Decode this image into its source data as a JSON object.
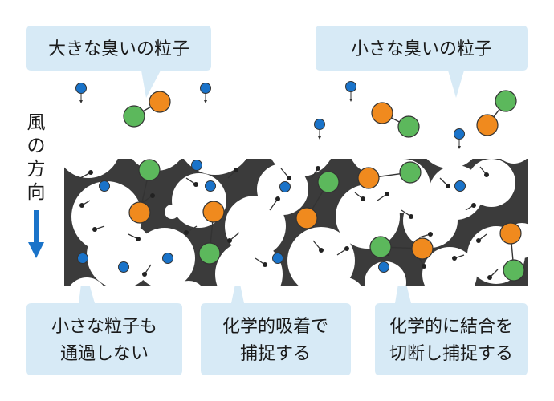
{
  "labels": {
    "large_particle": "大きな臭いの粒子",
    "small_particle": "小さな臭いの粒子",
    "wind_direction": [
      "風",
      "の",
      "方",
      "向"
    ],
    "small_pass_line1": "小さな粒子も",
    "small_pass_line2": "通過しない",
    "chem_adsorb_line1": "化学的吸着で",
    "chem_adsorb_line2": "捕捉する",
    "chem_bond_line1": "化学的に結合を",
    "chem_bond_line2": "切断し捕捉する"
  },
  "colors": {
    "callout_bg": "#d7eaf6",
    "filter_dark": "#3b3b3b",
    "small_particle": "#1a73c9",
    "orange_particle": "#f08a1e",
    "green_particle": "#5cb85c",
    "arrow": "#1a73c9"
  }
}
